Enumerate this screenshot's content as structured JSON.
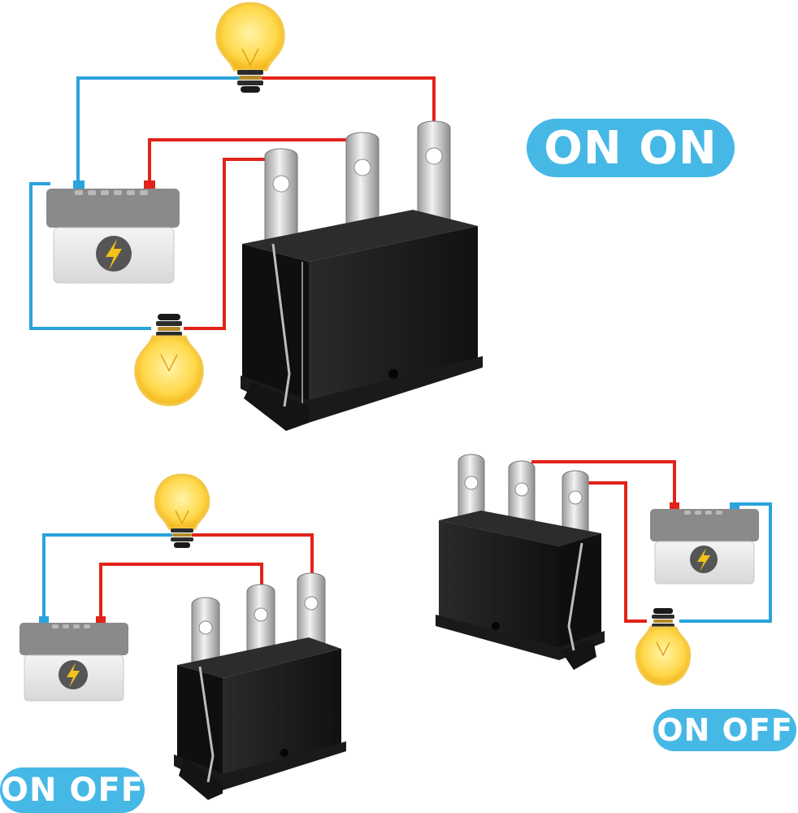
{
  "labels": {
    "top_mode": "ON ON",
    "bottom_left_mode": "ON OFF",
    "bottom_right_mode": "ON OFF"
  },
  "colors": {
    "positive_wire": "#e2231a",
    "negative_wire": "#2aa3dc",
    "label_background": "#46b8e6",
    "label_text": "#ffffff",
    "switch_body": "#1c1c1c",
    "terminal": "#c8c8c8",
    "battery_top": "#8a8a8a",
    "battery_body": "#e6e6e6",
    "bulb_glass": "#ffd84a"
  },
  "icons": [
    "lightbulb-icon",
    "battery-icon",
    "lightning-bolt-icon",
    "rocker-switch-icon"
  ]
}
